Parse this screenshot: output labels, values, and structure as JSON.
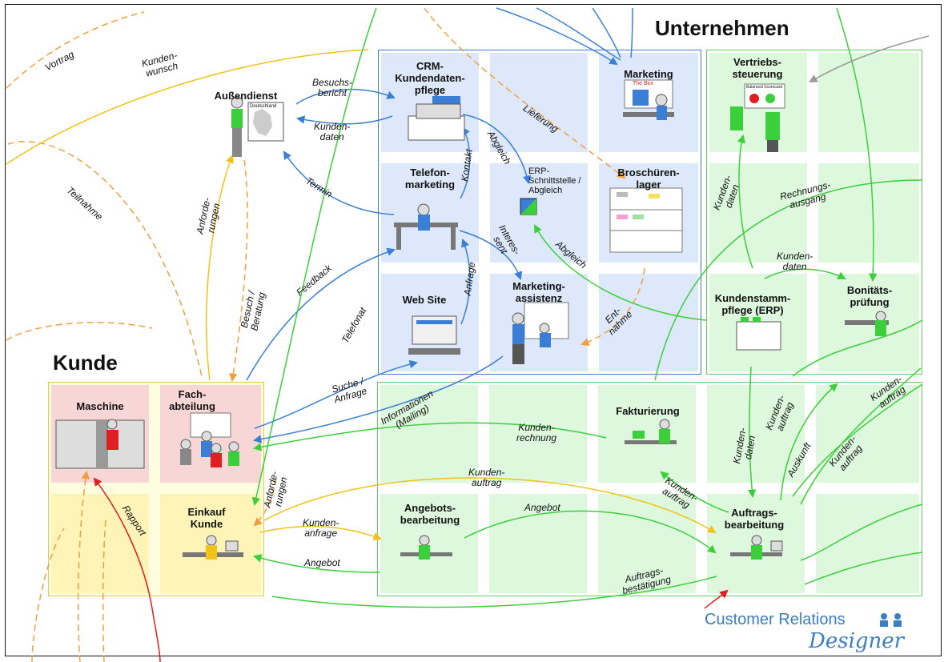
{
  "sections": {
    "company": "Unternehmen",
    "customer": "Kunde"
  },
  "nodes": {
    "aussendienst": "Außendienst",
    "crm": "CRM-\nKundendaten-\npflege",
    "marketing": "Marketing",
    "vertrieb": "Vertriebs-\nsteuerung",
    "telefon": "Telefon-\nmarketing",
    "erp_if": "ERP-\nSchnittstelle /\nAbgleich",
    "brosch": "Broschüren-\nlager",
    "website": "Web Site",
    "mkt_assist": "Marketing-\nassistenz",
    "stamm": "Kundenstamm-\npflege (ERP)",
    "bonitaet": "Bonitäts-\nprüfung",
    "maschine": "Maschine",
    "fach": "Fach-\nabteilung",
    "einkauf": "Einkauf\nKunde",
    "fakt": "Fakturierung",
    "angebots": "Angebots-\nbearbeitung",
    "auftrag": "Auftrags-\nbearbeitung"
  },
  "props": {
    "germany_map": "Deutschland",
    "the_box": "The Box",
    "scorecard": "Balanced Scorecard"
  },
  "edges": {
    "vortrag": "Vortrag",
    "wunsch": "Kunden-\nwunsch",
    "teilnahme": "Teilnahme",
    "besuchsbericht": "Besuchs-\nbericht",
    "kundendaten1": "Kunden-\ndaten",
    "termin": "Termin",
    "kontakt": "Kontakt",
    "abgleich1": "Abgleich",
    "lieferung": "Lieferung",
    "anforderungen1": "Anforde-\nrungen",
    "besuch": "Besuch /\nBeratung",
    "feedback": "Feedback",
    "telefonat": "Telefonat",
    "anfrage": "Anfrage",
    "interessent": "Interes-\nsent",
    "abgleich2": "Abgleich",
    "entnahme": "Ent-\nnahme",
    "kundendaten2": "Kunden-\ndaten",
    "rechnungsausgang": "Rechnungs-\nausgang",
    "kundendaten3": "Kunden-\ndaten",
    "suche": "Suche /\nAnfrage",
    "informationen": "Informationen\n(Mailing)",
    "kundenrechnung": "Kunden-\nrechnung",
    "kundenauftrag1": "Kunden-\nauftrag",
    "anforderungen2": "Anforde-\nrungen",
    "kundenanfrage": "Kunden-\nanfrage",
    "angebot1": "Angebot",
    "angebot2": "Angebot",
    "kundenauftrag2": "Kunden-\nauftrag",
    "kundendaten4": "Kunden-\ndaten",
    "kundenauftrag3": "Kunden-\nauftrag",
    "auskunft": "Auskunft",
    "kundenauftrag4": "Kunden-\nauftrag",
    "kundenauftrag5": "Kunden-\nauftrag",
    "rapport": "Rapport",
    "auftragsbest": "Auftrags-\nbestätigung"
  },
  "logo": {
    "line1": "Customer Relations",
    "line2": "Designer"
  },
  "colors": {
    "blue": "#3a7fd5",
    "green": "#3ccf3c",
    "yellow": "#f2c21a",
    "orange": "#f0a040",
    "red": "#e02020",
    "grey": "#999999"
  }
}
